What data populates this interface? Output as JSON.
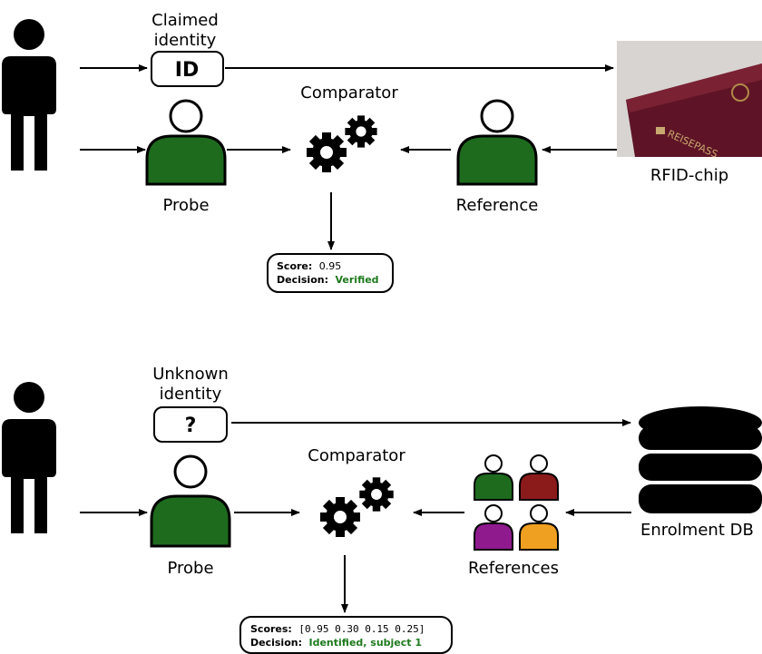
{
  "verification": {
    "claim_label_line1": "Claimed",
    "claim_label_line2": "identity",
    "claim_box": "ID",
    "comparator_label": "Comparator",
    "probe_label": "Probe",
    "reference_label": "Reference",
    "source_label": "RFID-chip",
    "passport_text": "REISEPASS",
    "score_key": "Score:",
    "score_value": "0.95",
    "decision_key": "Decision:",
    "decision_value": "Verified"
  },
  "identification": {
    "claim_label_line1": "Unknown",
    "claim_label_line2": "identity",
    "claim_box": "?",
    "comparator_label": "Comparator",
    "probe_label": "Probe",
    "references_label": "References",
    "source_label": "Enrolment DB",
    "scores_key": "Scores:",
    "scores_value": "[0.95 0.30 0.15 0.25]",
    "decision_key": "Decision:",
    "decision_value": "Identified, subject 1"
  },
  "colors": {
    "probe_green": "#1e6b1e",
    "ref_green": "#1e6b1e",
    "ref_red": "#8b1a1a",
    "ref_purple": "#8e1a8e",
    "ref_orange": "#f0a020",
    "decision_green": "#1e7a1e",
    "passport_maroon": "#6b1a2a"
  },
  "icons": [
    "person-silhouette-icon",
    "user-icon",
    "gears-icon",
    "passport-icon",
    "database-icon"
  ]
}
